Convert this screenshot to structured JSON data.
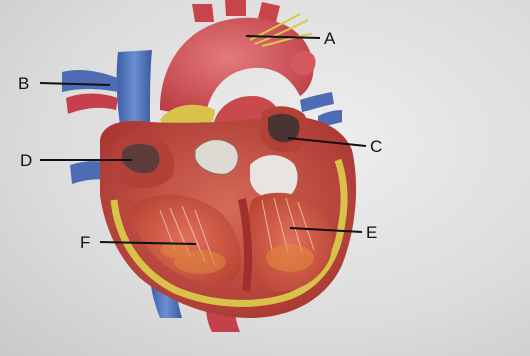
{
  "labels": {
    "A": "A",
    "B": "B",
    "C": "C",
    "D": "D",
    "E": "E",
    "F": "F"
  },
  "colors": {
    "background": "#dcdcdc",
    "artery_red": "#c9434a",
    "vein_blue": "#4b6fb8",
    "muscle": "#c2473f",
    "fat_yellow": "#d8c24a",
    "valve_white": "#e8e4df"
  }
}
